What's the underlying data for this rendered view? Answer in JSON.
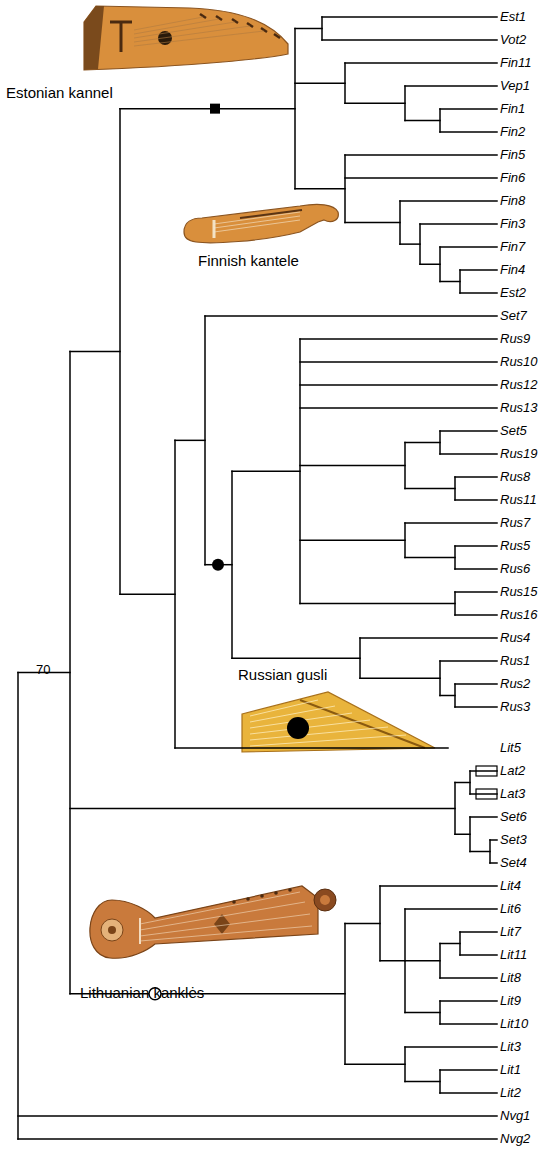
{
  "diagram": {
    "nodes": [
      {
        "text": [
          "Set7"
        ]
      },
      {
        "text": [
          "Set5"
        ]
      },
      {
        "text": [
          "Lit5"
        ]
      },
      {
        "text": [
          "Set6",
          "Set3",
          "Set4"
        ]
      }
    ],
    "labels": [
      "Est1",
      "Vot2",
      "Fin11",
      "Vep1",
      "Fin1",
      "Fin2",
      "Fin5",
      "Fin6",
      "Fin8",
      "Fin3",
      "Fin7",
      "Fin4",
      "Est2",
      "Rus9",
      "Rus10",
      "Rus12",
      "Rus13",
      "Rus19",
      "Rus8",
      "Rus11",
      "Rus7",
      "Rus5",
      "Rus6",
      "Rus15",
      "Rus16",
      "Rus4",
      "Rus1",
      "Rus2",
      "Rus3",
      "Lat2",
      "Lat3",
      "Lit4",
      "Lit6",
      "Lit7",
      "Lit11",
      "Lit8",
      "Lit9",
      "Lit10",
      "Lit3",
      "Lit1",
      "Lit2",
      "Nvg1",
      "Nvg2",
      "Estonian kannel",
      "Finnish kantele",
      "Russian gusli",
      "Lithuanian kanklės",
      "70"
    ]
  }
}
